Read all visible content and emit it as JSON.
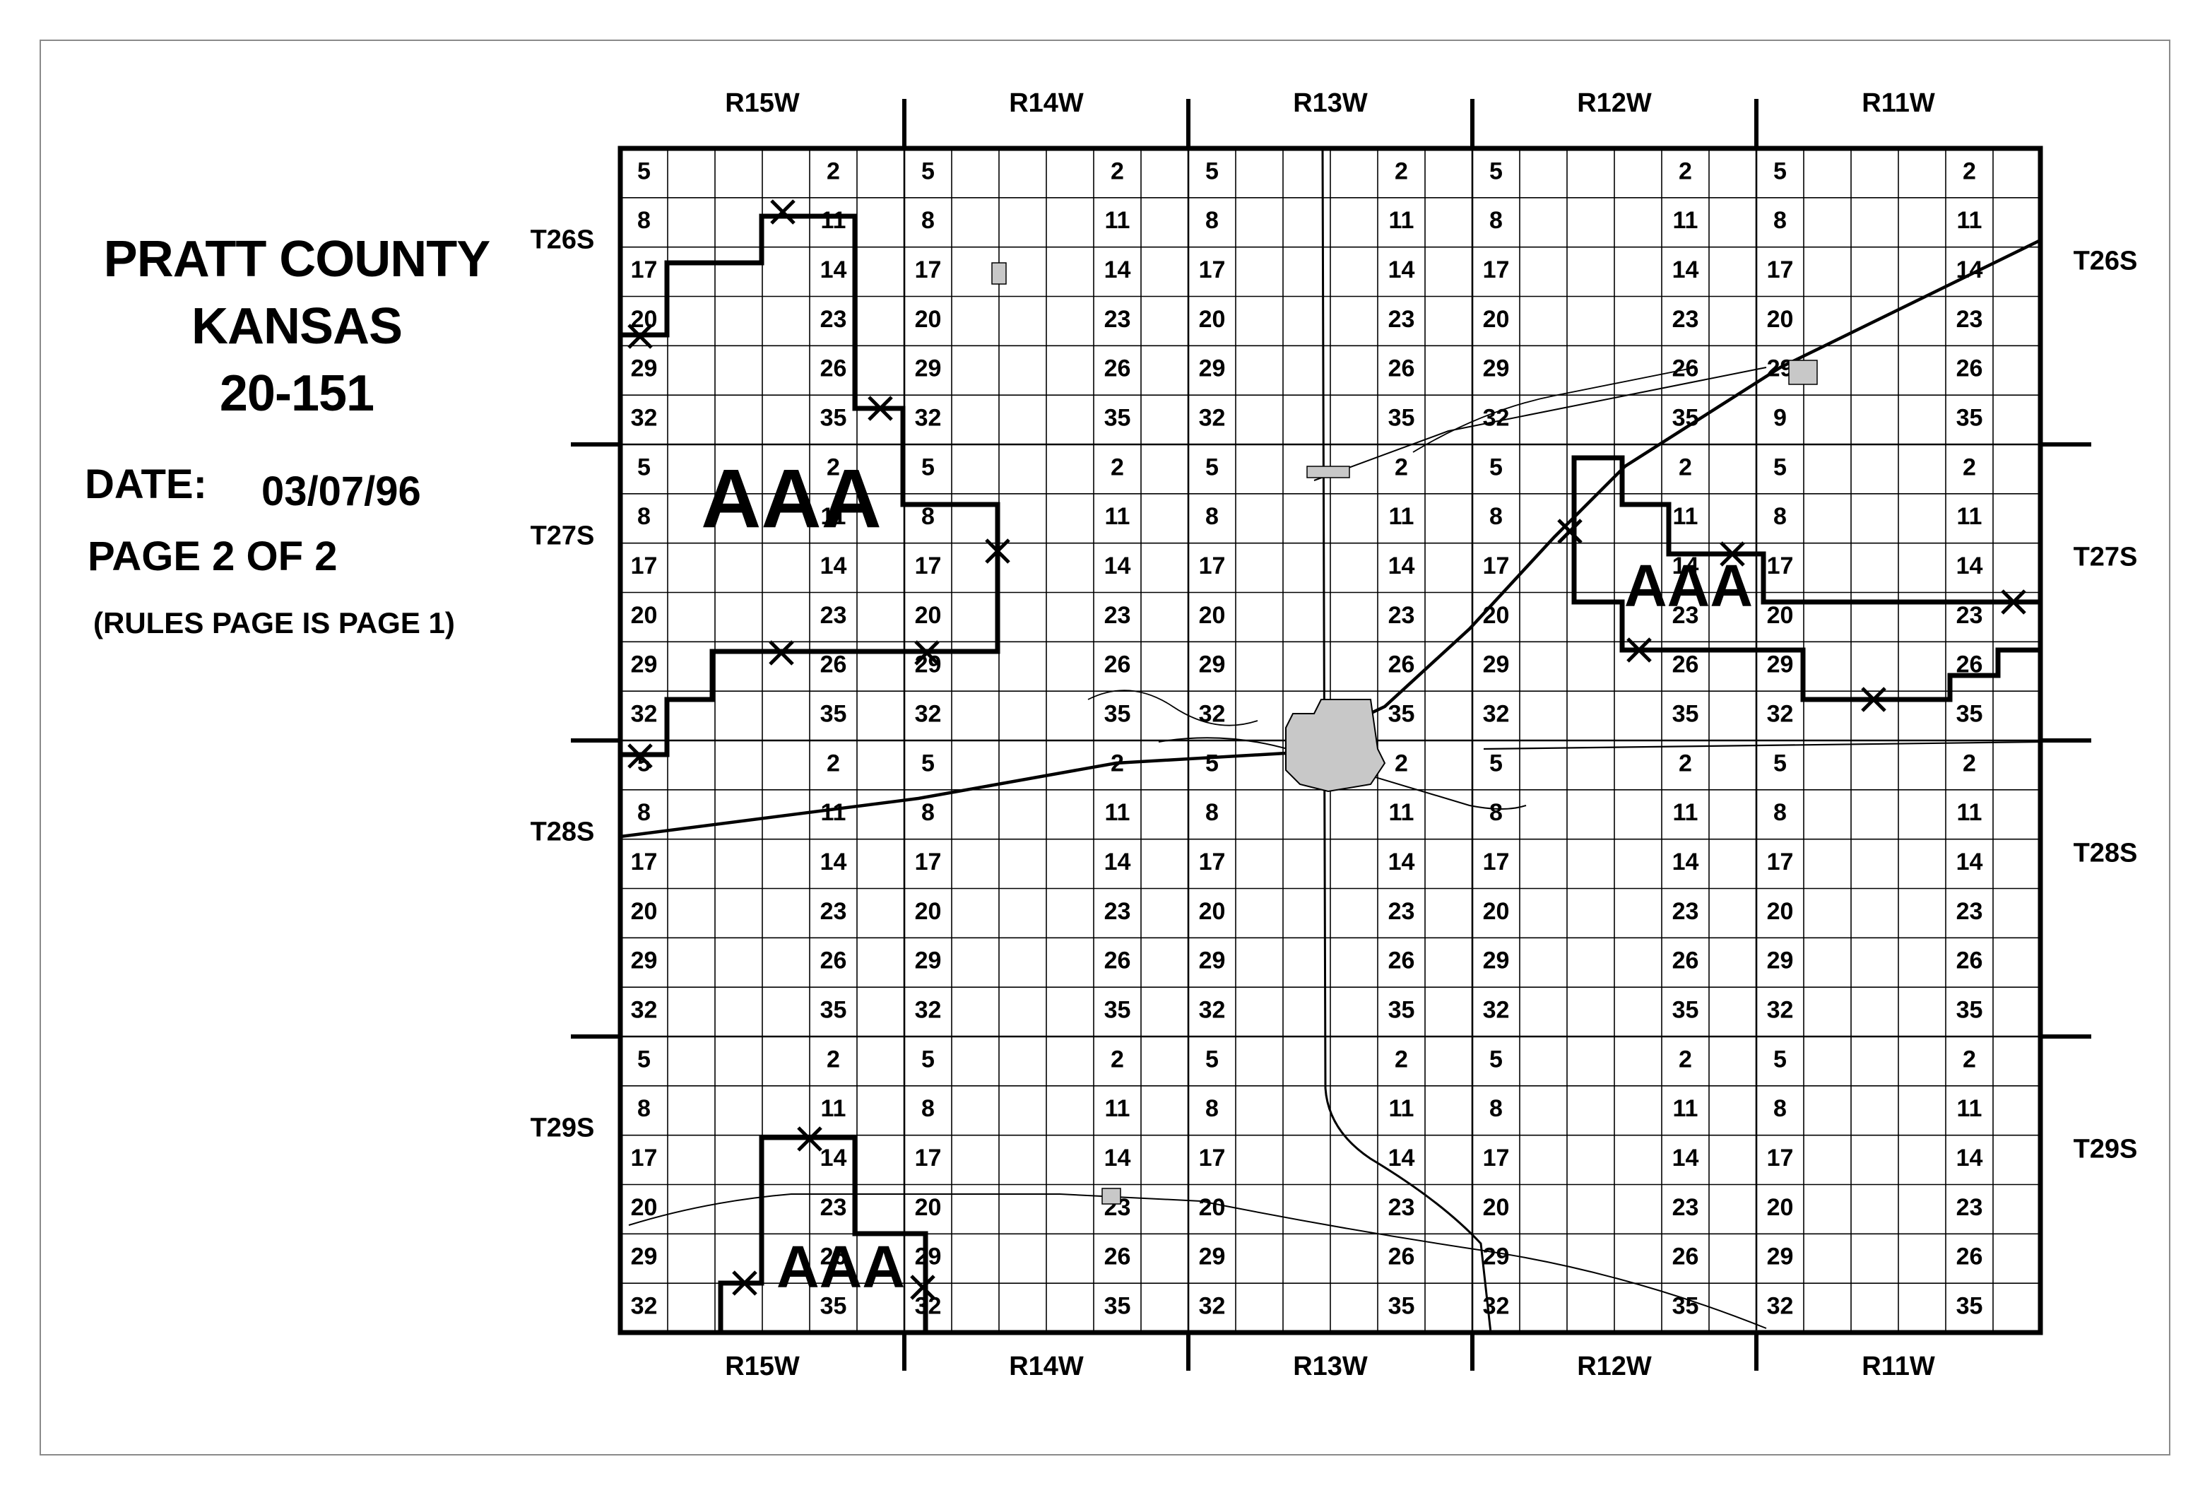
{
  "county": {
    "title_line1": "PRATT COUNTY",
    "title_line2": "KANSAS",
    "title_line3": "20-151"
  },
  "date": {
    "label": "DATE:",
    "value": "03/07/96"
  },
  "page": {
    "label": "PAGE 2 OF 2",
    "note": "(RULES PAGE IS PAGE 1)"
  },
  "ranges": [
    "R15W",
    "R14W",
    "R13W",
    "R12W",
    "R11W"
  ],
  "townships": [
    "T26S",
    "T27S",
    "T28S",
    "T29S"
  ],
  "section_columns": {
    "left": [
      "5",
      "8",
      "17",
      "20",
      "29",
      "32"
    ],
    "right": [
      "2",
      "11",
      "14",
      "23",
      "26",
      "35"
    ]
  },
  "area_label": "AAA",
  "area_count": 3,
  "exceptions": [
    {
      "township": "T26S",
      "range": "R11W",
      "left_row": 5,
      "text": "9"
    }
  ],
  "colors": {
    "ink": "#000000",
    "frame": "#8a8a8a",
    "town_fill": "#c8c8c8"
  }
}
